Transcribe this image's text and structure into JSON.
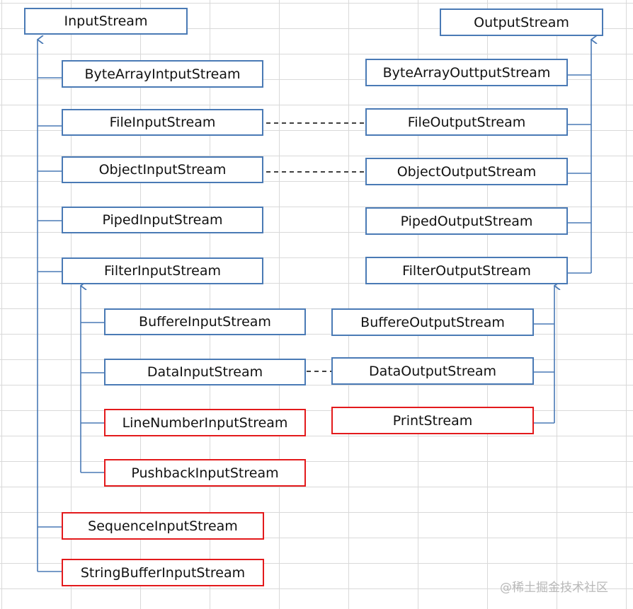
{
  "colors": {
    "normal_border": "#4a7ab5",
    "highlight_border": "#e31a1c",
    "connector": "#4a7ab5",
    "dashed": "#000000",
    "grid": "#d9d9d9"
  },
  "input": {
    "root": "InputStream",
    "classes": [
      "ByteArrayIntputStream",
      "FileInputStream",
      "ObjectInputStream",
      "PipedInputStream",
      "FilterInputStream",
      "SequenceInputStream",
      "StringBufferInputStream"
    ],
    "filter_subclasses": [
      "BuffereInputStream",
      "DataInputStream",
      "LineNumberInputStream",
      "PushbackInputStream"
    ]
  },
  "output": {
    "root": "OutputStream",
    "classes": [
      "ByteArrayOuttputStream",
      "FileOutputStream",
      "ObjectOutputStream",
      "PipedOutputStream",
      "FilterOutputStream"
    ],
    "filter_subclasses": [
      "BuffereOutputStream",
      "DataOutputStream",
      "PrintStream"
    ]
  },
  "highlighted": [
    "LineNumberInputStream",
    "PushbackInputStream",
    "SequenceInputStream",
    "StringBufferInputStream",
    "PrintStream"
  ],
  "watermark": "@稀土掘金技术社区"
}
